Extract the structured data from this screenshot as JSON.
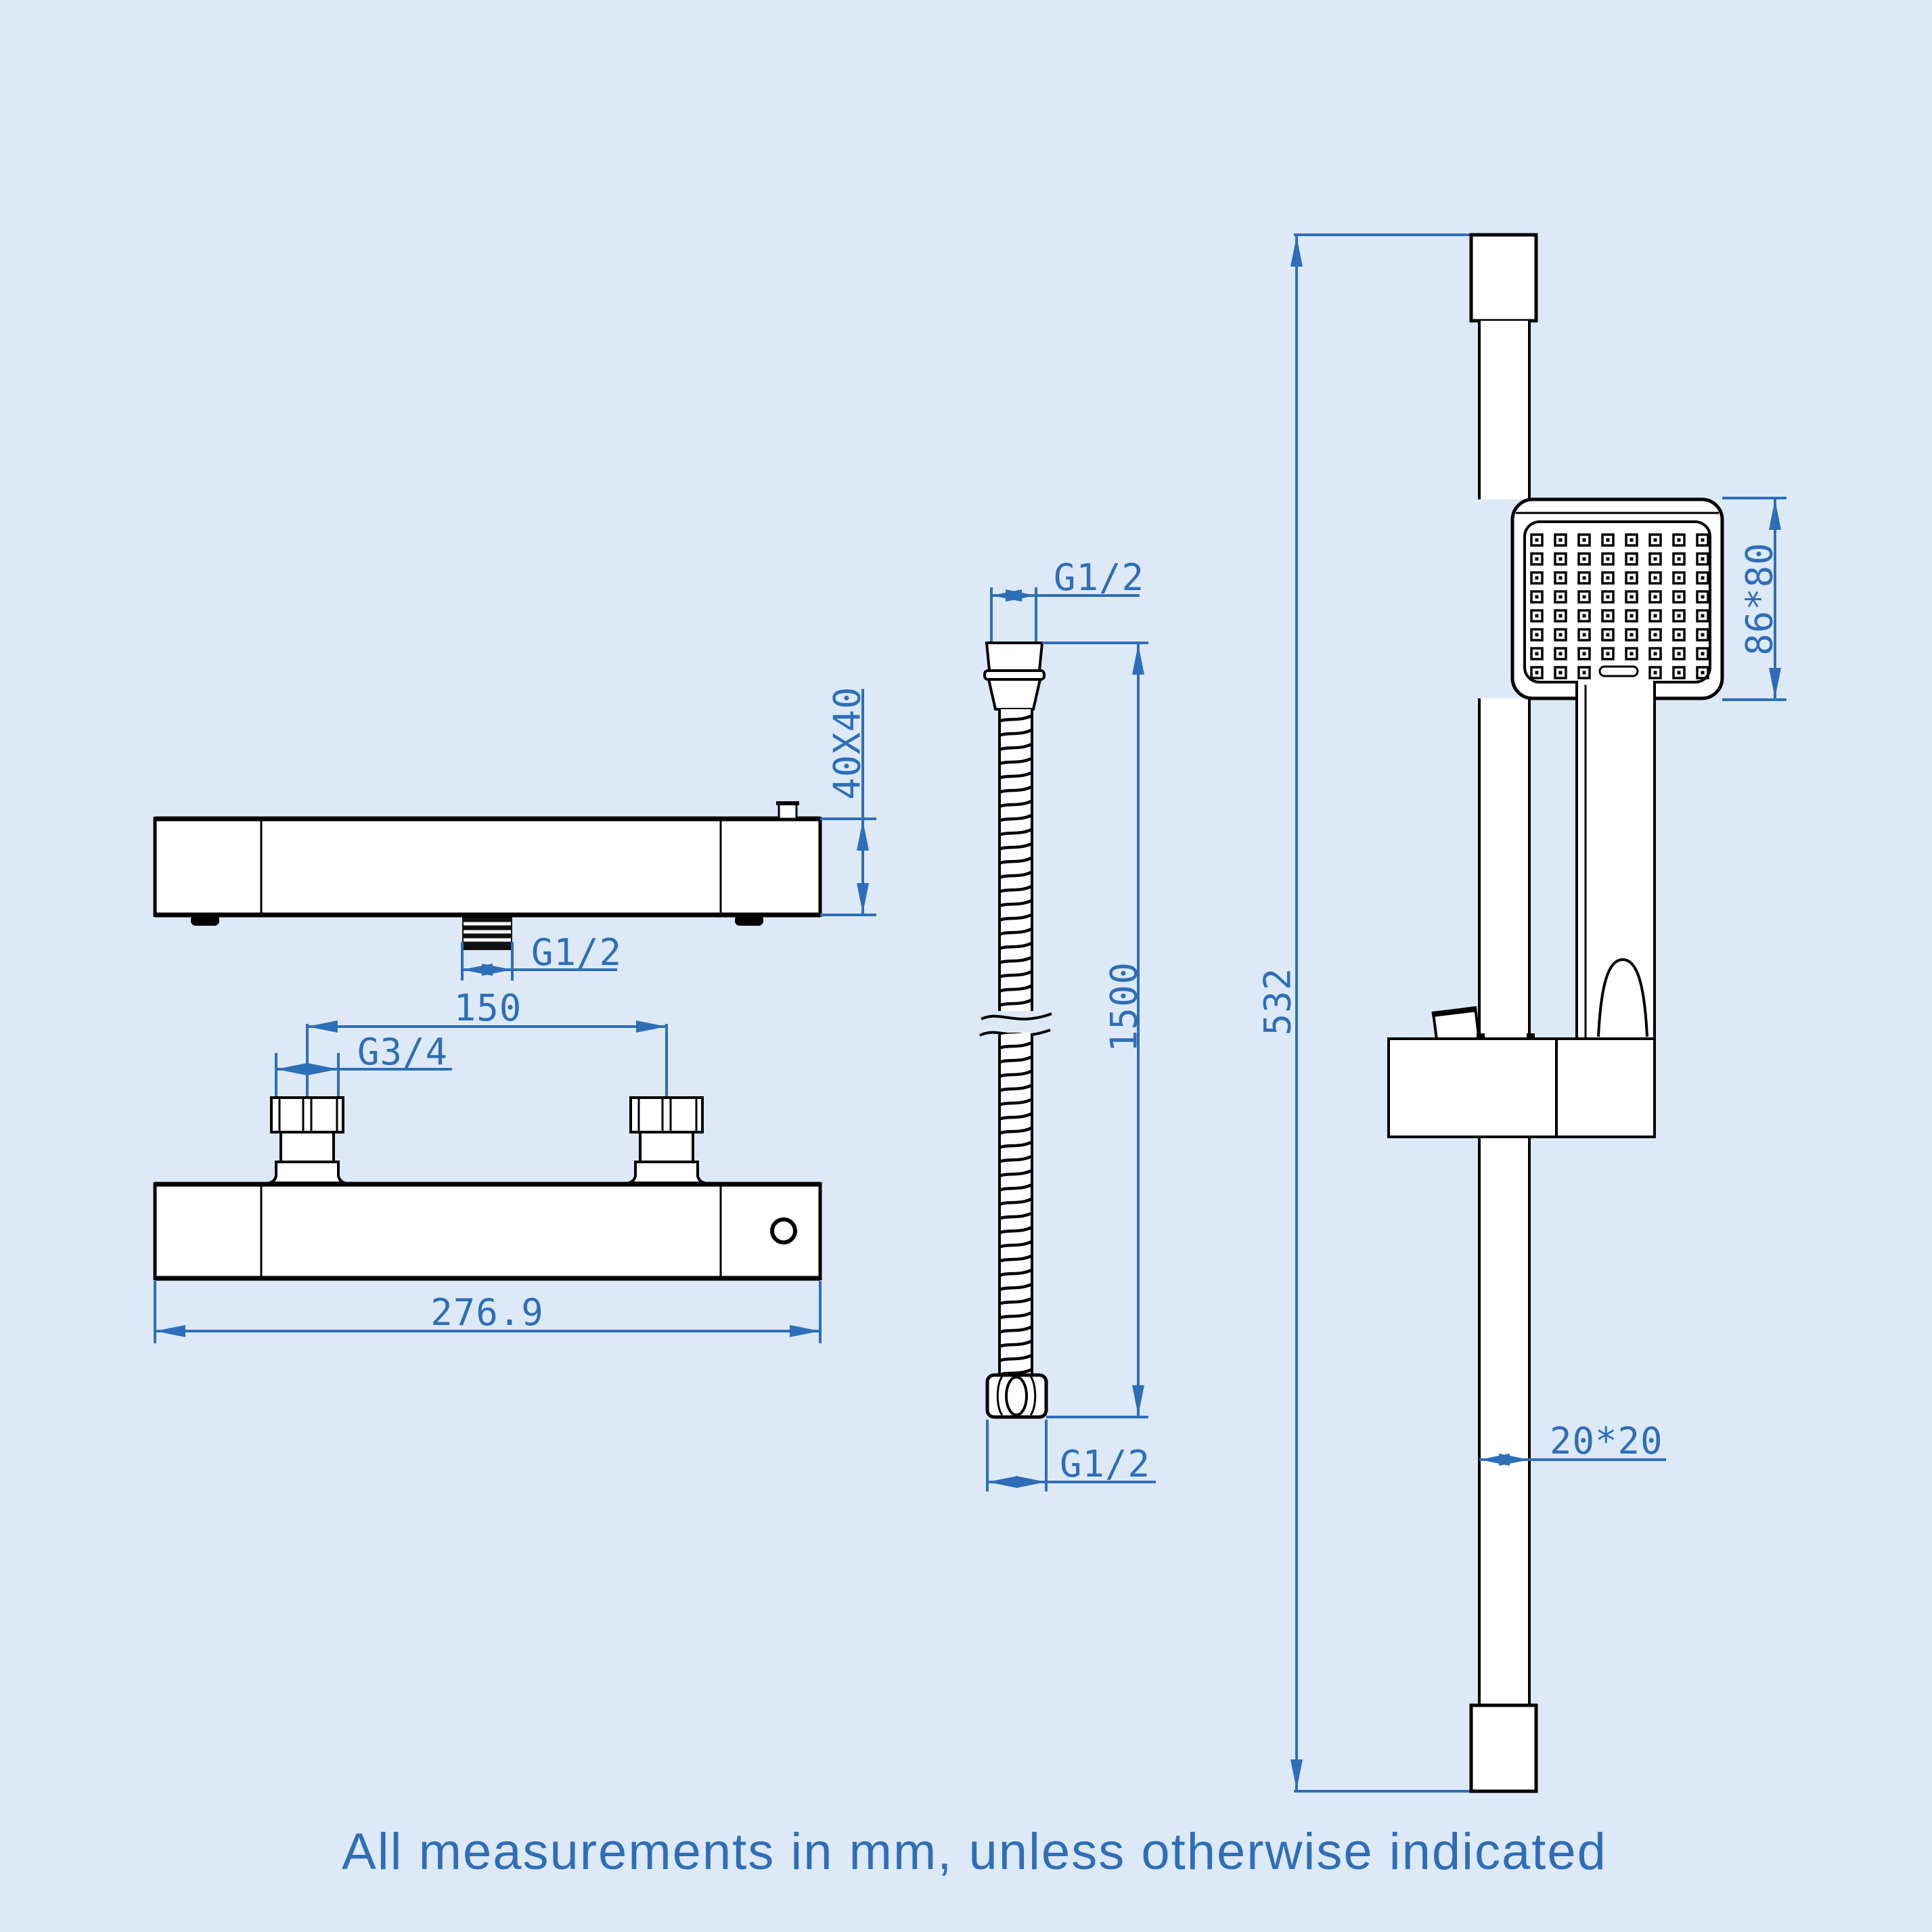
{
  "drawing": {
    "note": "All measurements in mm, unless otherwise indicated",
    "valve_top_view": {
      "height_label": "40X40",
      "outlet_thread_label": "G1/2"
    },
    "valve_front_view": {
      "inlet_spacing_label": "150",
      "inlet_thread_label": "G3/4",
      "overall_width_label": "276.9"
    },
    "hose_view": {
      "top_thread_label": "G1/2",
      "length_label": "1500",
      "bottom_thread_label": "G1/2"
    },
    "rail_view": {
      "rail_length_label": "532",
      "handset_face_label": "86*80",
      "rail_section_label": "20*20",
      "nozzle_grid": {
        "rows": 8,
        "cols": 8
      }
    }
  },
  "colors": {
    "background": "#dde9f7",
    "dimension_blue": "#2e6eb8",
    "line_black": "#000000"
  }
}
